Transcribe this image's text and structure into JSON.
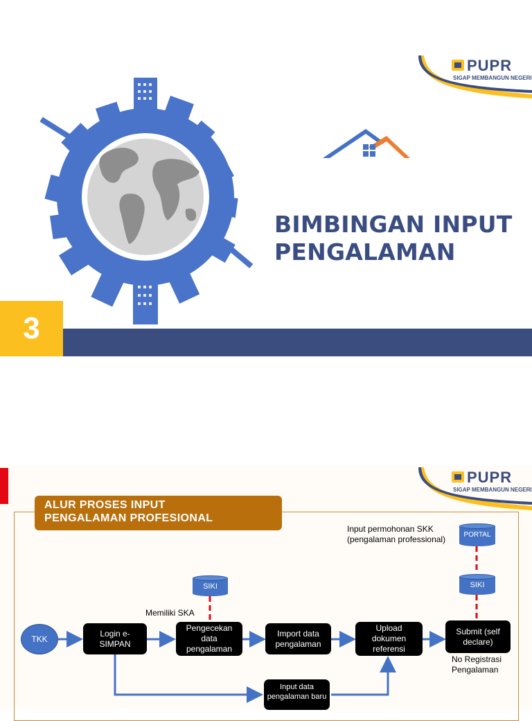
{
  "brand": {
    "logo_text": "PUPR",
    "tagline": "SIGAP MEMBANGUN NEGERI"
  },
  "slide1": {
    "section_number": "3",
    "title_line1": "BIMBINGAN INPUT",
    "title_line2": "PENGALAMAN",
    "colors": {
      "navy": "#3b4d7e",
      "yellow": "#fbbf1f",
      "blue": "#4472c4"
    }
  },
  "slide2": {
    "banner_line1": "ALUR PROSES INPUT",
    "banner_line2": "PENGALAMAN PROFESIONAL",
    "start_node": "TKK",
    "steps": {
      "login": "Login e-SIMPAN",
      "check": "Pengecekan data pengalaman",
      "import": "Import data pengalaman",
      "upload": "Upload dokumen referensi",
      "submit": "Submit (self declare)",
      "input_new": "Input data pengalaman baru"
    },
    "databases": {
      "siki_left": "SIKI",
      "siki_right": "SIKI",
      "portal": "PORTAL"
    },
    "annotations": {
      "has_ska": "Memiliki SKA",
      "skk_line1": "Input permohonan SKK",
      "skk_line2": "(pengalaman professional)",
      "reg_line1": "No Registrasi",
      "reg_line2": "Pengalaman"
    },
    "colors": {
      "banner": "#b86f0c",
      "frame": "#c78a3c",
      "arrow": "#4472c4",
      "dashed": "#e30613"
    }
  }
}
